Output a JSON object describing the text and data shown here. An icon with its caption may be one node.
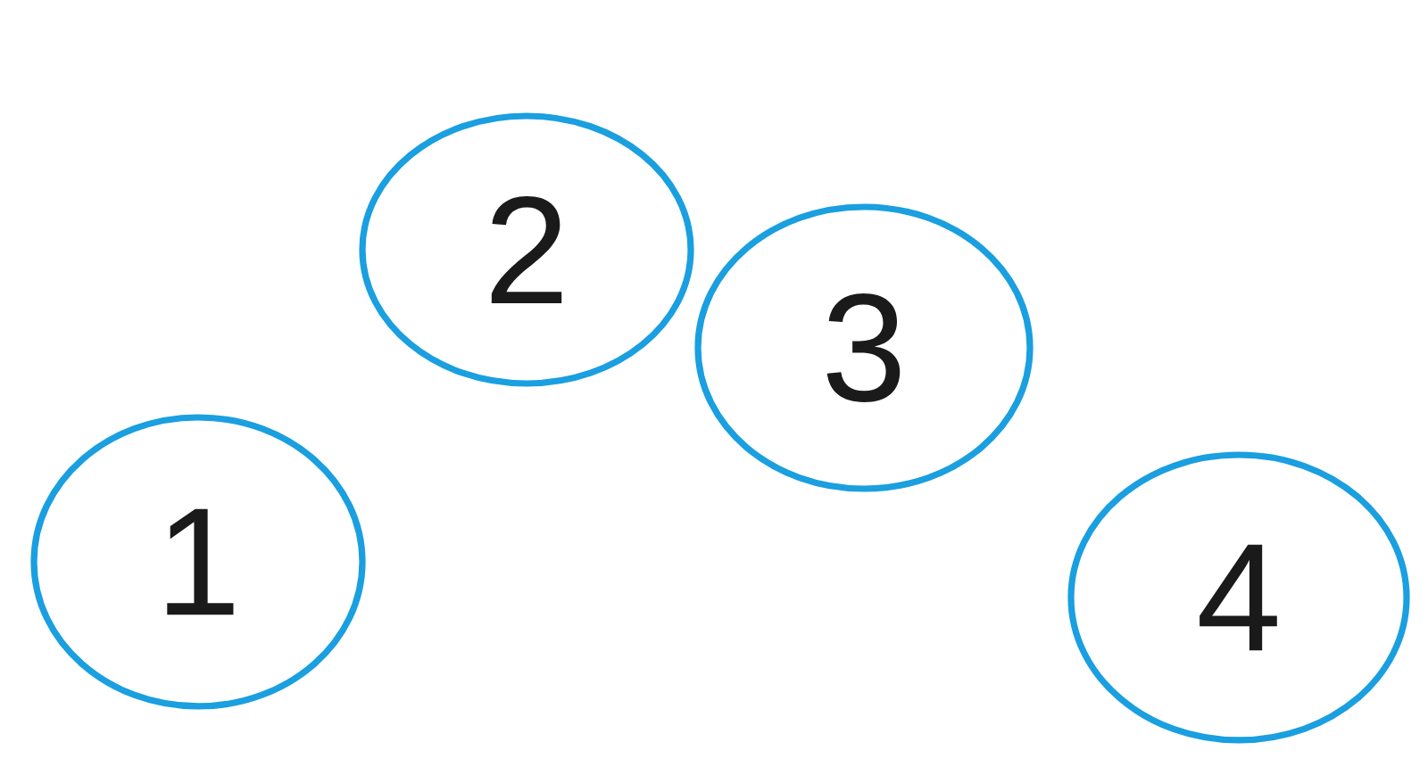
{
  "diagram": {
    "nodes": [
      {
        "text": [
          "1"
        ]
      },
      {
        "text": [
          "2"
        ]
      },
      {
        "text": [
          "3"
        ]
      },
      {
        "text": [
          "4"
        ]
      }
    ]
  }
}
